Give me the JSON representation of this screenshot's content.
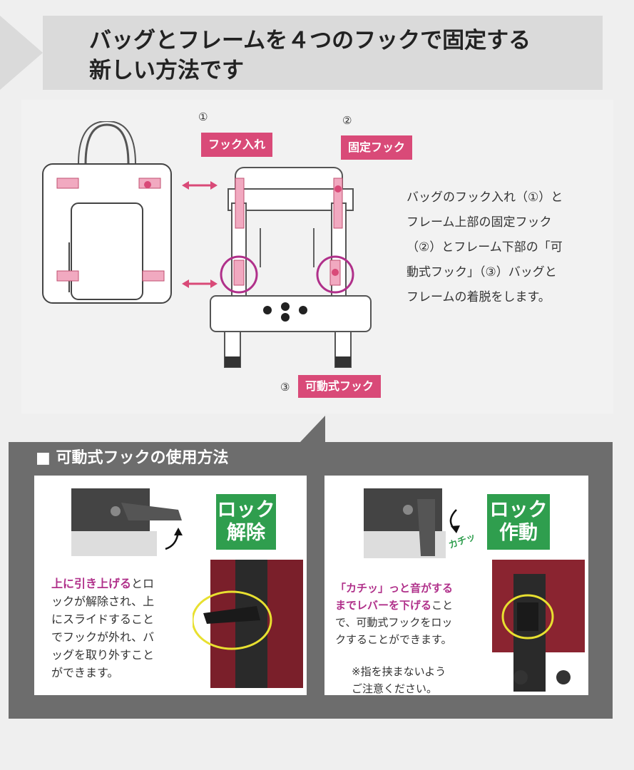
{
  "header": {
    "title_line1": "バッグとフレームを４つのフックで固定する",
    "title_line2": "新しい方法です"
  },
  "diagram": {
    "markers": {
      "m1": "①",
      "m2": "②",
      "m3": "③"
    },
    "tags": {
      "hook_insert": "フック入れ",
      "fixed_hook": "固定フック",
      "movable_hook": "可動式フック"
    },
    "description": [
      "バッグのフック入れ（①）と",
      "フレーム上部の固定フック",
      "（②）とフレーム下部の「可",
      "動式フック」（③）バッグと",
      "フレームの着脱をします。"
    ]
  },
  "section": {
    "title": "■ 可動式フックの使用方法"
  },
  "left_panel": {
    "badge_line1": "ロック",
    "badge_line2": "解除",
    "text_highlight": "上に引き上げる",
    "text_rest1": "とロ",
    "text_lines": [
      "ックが解除され、上",
      "にスライドすること",
      "でフックが外れ、バ",
      "ッグを取り外すこと",
      "ができます。"
    ]
  },
  "right_panel": {
    "badge_line1": "ロック",
    "badge_line2": "作動",
    "click_sound": "カチッ",
    "text_highlight1": "「カチッ」っと音がする",
    "text_highlight2": "までレバーを下げる",
    "text_rest2": "こと",
    "text_lines": [
      "で、可動式フックをロッ",
      "クすることができます。"
    ],
    "note_lines": [
      "※指を挟まないよう",
      "ご注意ください。"
    ]
  },
  "colors": {
    "accent_pink": "#d94a78",
    "badge_green": "#2f9e4e",
    "highlight_magenta": "#b0308a",
    "section_gray": "#6d6d6d"
  }
}
